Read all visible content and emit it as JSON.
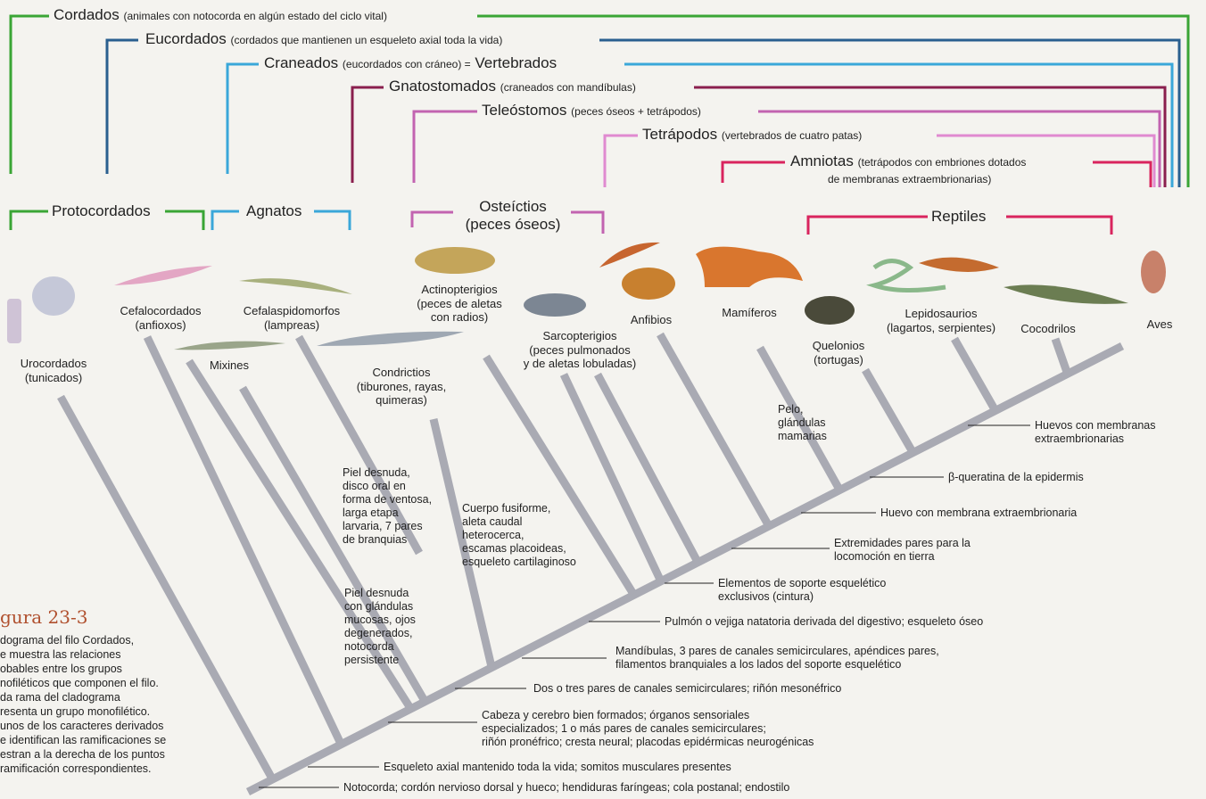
{
  "colors": {
    "cordados": "#3aa535",
    "eucordados": "#2a5f8f",
    "craneados": "#3aa7d9",
    "gnatostomados": "#8a1f4e",
    "teleostomos": "#c263b0",
    "tetrapodos": "#e08ad0",
    "amniotas": "#d9245e",
    "reptiles": "#d9245e",
    "trunk": "#a9aab3",
    "caption_title": "#b0502e"
  },
  "brackets": {
    "cordados": {
      "name": "Cordados",
      "desc": "(animales con notocorda en algún estado del ciclo vital)"
    },
    "eucordados": {
      "name": "Eucordados",
      "desc": "(cordados que mantienen un esqueleto axial toda la vida)"
    },
    "craneados": {
      "name": "Craneados",
      "desc": "(eucordados con cráneo) =",
      "extra": "Vertebrados"
    },
    "gnatostomados": {
      "name": "Gnatostomados",
      "desc": "(craneados con mandíbulas)"
    },
    "teleostomos": {
      "name": "Teleóstomos",
      "desc": "(peces óseos + tetrápodos)"
    },
    "tetrapodos": {
      "name": "Tetrápodos",
      "desc": "(vertebrados de cuatro patas)"
    },
    "amniotas": {
      "name": "Amniotas",
      "desc": "(tetrápodos con embriones dotados",
      "desc2": "de membranas extraembrionarias)"
    }
  },
  "groups": {
    "protocordados": "Protocordados",
    "agnatos": "Agnatos",
    "osteictios_1": "Osteíctios",
    "osteictios_2": "(peces óseos)",
    "reptiles": "Reptiles"
  },
  "taxa": {
    "urocordados": [
      "Urocordados",
      "(tunicados)"
    ],
    "cefalocordados": [
      "Cefalocordados",
      "(anfioxos)"
    ],
    "mixines": [
      "Mixines"
    ],
    "cefalaspidomorfos": [
      "Cefalaspidomorfos",
      "(lampreas)"
    ],
    "condrictios": [
      "Condrictios",
      "(tiburones, rayas,",
      "quimeras)"
    ],
    "actinopterigios": [
      "Actinopterigios",
      "(peces de aletas",
      "con radios)"
    ],
    "sarcopterigios": [
      "Sarcopterigios",
      "(peces pulmonados",
      "y de aletas lobuladas)"
    ],
    "anfibios": [
      "Anfibios"
    ],
    "mamiferos": [
      "Mamíferos"
    ],
    "quelonios": [
      "Quelonios",
      "(tortugas)"
    ],
    "lepidosaurios": [
      "Lepidosaurios",
      "(lagartos, serpientes)"
    ],
    "cocodrilos": [
      "Cocodrilos"
    ],
    "aves": [
      "Aves"
    ]
  },
  "characters": {
    "c1": "Notocorda; cordón nervioso dorsal y hueco; hendiduras faríngeas; cola postanal; endostilo",
    "c2": "Esqueleto axial mantenido toda la vida; somitos musculares presentes",
    "c3": [
      "Cabeza y cerebro bien formados; órganos sensoriales",
      "especializados; 1 o más pares de canales semicirculares;",
      "riñón pronéfrico; cresta neural; placodas epidérmicas neurogénicas"
    ],
    "c4": "Dos o tres pares de canales semicirculares; riñón mesonéfrico",
    "c5": [
      "Mandíbulas, 3 pares de canales semicirculares, apéndices pares,",
      "filamentos branquiales a los lados del soporte esquelético"
    ],
    "c6": "Pulmón o vejiga natatoria derivada del digestivo; esqueleto óseo",
    "c7": [
      "Elementos de soporte esquelético",
      "exclusivos (cintura)"
    ],
    "c8": [
      "Extremidades pares para la",
      "locomoción en tierra"
    ],
    "c9": "Huevo con membrana extraembrionaria",
    "c10": "β-queratina de la epidermis",
    "c11": [
      "Huevos con membranas",
      "extraembrionarias"
    ],
    "pelo": [
      "Pelo,",
      "glándulas",
      "mamarias"
    ],
    "mixines_chars": [
      "Piel desnuda",
      "con glándulas",
      "mucosas, ojos",
      "degenerados,",
      "notocorda",
      "persistente"
    ],
    "lamprea_chars": [
      "Piel desnuda,",
      "disco oral en",
      "forma de ventosa,",
      "larga etapa",
      "larvaria, 7 pares",
      "de branquias"
    ],
    "condrictios_chars": [
      "Cuerpo fusiforme,",
      "aleta caudal",
      "heterocerca,",
      "escamas placoideas,",
      "esqueleto cartilaginoso"
    ]
  },
  "caption": {
    "title": "gura 23-3",
    "lines": [
      "dograma del filo Cordados,",
      "e muestra las relaciones",
      "obables entre los grupos",
      "nofiléticos que componen el filo.",
      "da rama del cladograma",
      "resenta un grupo monofilético.",
      "unos de los caracteres derivados",
      "e identifican las ramificaciones se",
      "estran a la derecha de los puntos",
      "ramificación correspondientes."
    ]
  }
}
